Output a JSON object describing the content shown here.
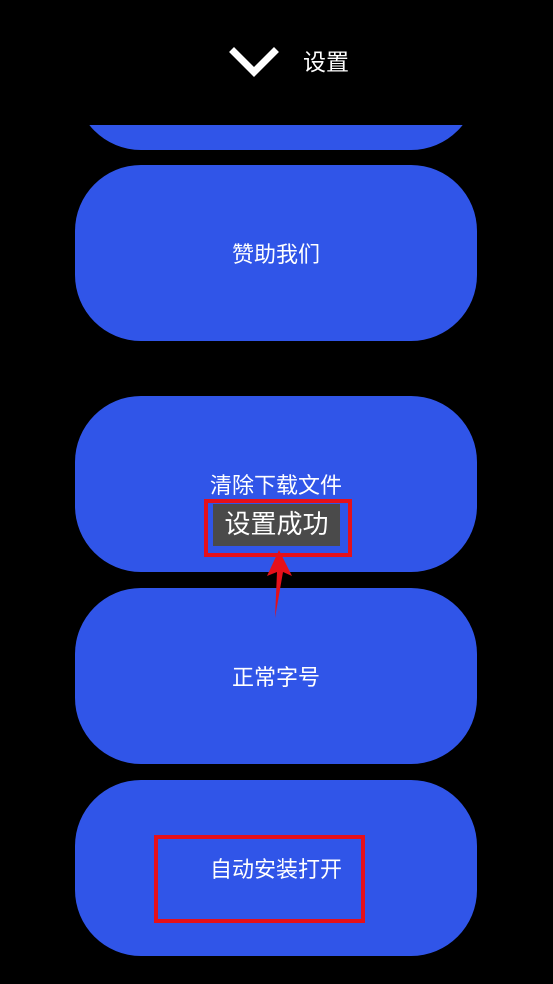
{
  "header": {
    "title": "设置",
    "collapse_icon": "chevron-down-icon"
  },
  "menu": {
    "items": [
      {
        "label": ""
      },
      {
        "label": "赞助我们"
      },
      {
        "label": "清除下载文件"
      },
      {
        "label": "正常字号"
      },
      {
        "label": "自动安装打开"
      }
    ]
  },
  "toast": {
    "message": "设置成功"
  },
  "colors": {
    "background": "#000000",
    "button": "#3055e8",
    "toast_bg": "#4a4a4a",
    "annotation": "#e5101a"
  }
}
